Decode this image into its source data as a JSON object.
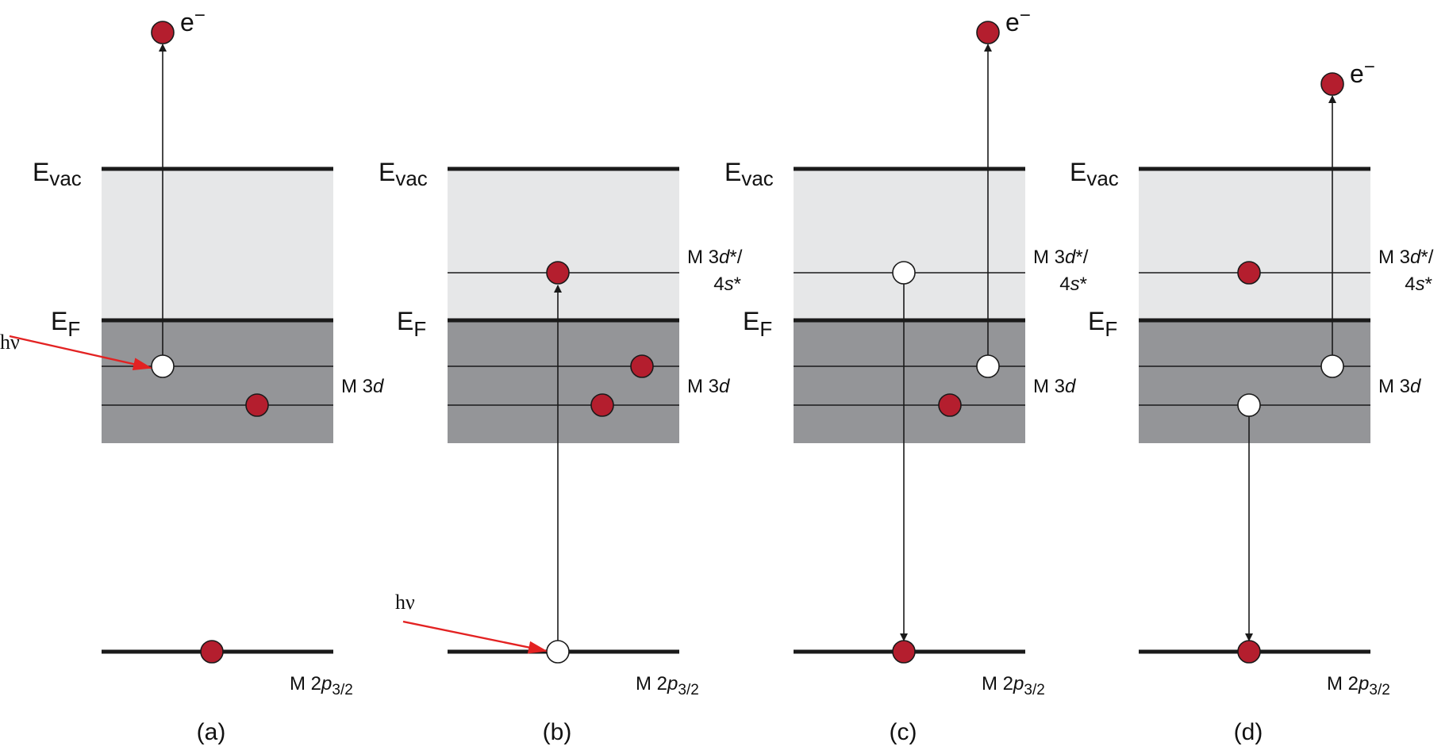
{
  "colors": {
    "electron": "#b41e2e",
    "occupied_band": "#949598",
    "empty_band": "#e6e7e8",
    "level_line": "#1a1a1a",
    "photon": "#e32222",
    "hole": "#ffffff"
  },
  "labels": {
    "electron": "e",
    "electron_sup": "−",
    "evac_main": "E",
    "evac_sub": "vac",
    "ef_main": "E",
    "ef_sub": "F",
    "m3d_prefix": "M 3",
    "m3d_italic": "d",
    "m3dstar_line1_prefix": "M 3",
    "m3dstar_line1_italic": "d",
    "m3dstar_line1_suffix": "*/",
    "m3dstar_line2_prefix": "4",
    "m3dstar_line2_italic": "s",
    "m3dstar_line2_suffix": "*",
    "core_prefix": "M 2",
    "core_italic": "p",
    "core_sub": "3/2",
    "photon": "hν"
  },
  "panels": [
    {
      "id": "a",
      "caption": "(a)"
    },
    {
      "id": "b",
      "caption": "(b)"
    },
    {
      "id": "c",
      "caption": "(c)"
    },
    {
      "id": "d",
      "caption": "(d)"
    }
  ]
}
